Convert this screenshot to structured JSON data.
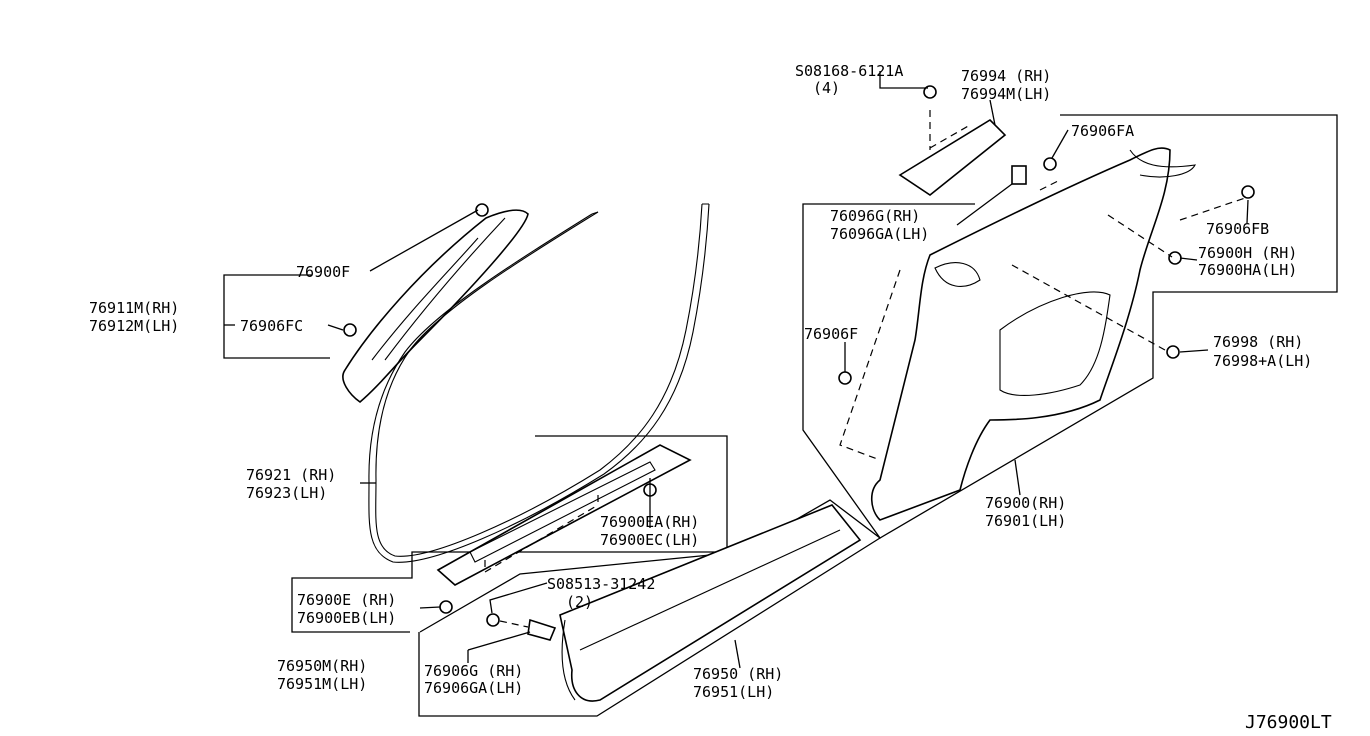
{
  "diagram": {
    "code": "J76900LT",
    "labels": {
      "l_08168": "S08168-6121A",
      "l_08168_q": "(4)",
      "l_76994": "76994 (RH)",
      "l_76994m": "76994M(LH)",
      "l_76906fa": "76906FA",
      "l_76096g": "76096G(RH)",
      "l_76096ga": "76096GA(LH)",
      "l_76906fb": "76906FB",
      "l_76900h": "76900H  (RH)",
      "l_76900ha": "76900HA(LH)",
      "l_76906f": "76906F",
      "l_76998": "76998   (RH)",
      "l_76998a": "76998+A(LH)",
      "l_76900": "76900(RH)",
      "l_76901": "76901(LH)",
      "l_76900f": "76900F",
      "l_76911m": "76911M(RH)",
      "l_76912m": "76912M(LH)",
      "l_76906fc": "76906FC",
      "l_76921": "76921 (RH)",
      "l_76923": "76923(LH)",
      "l_76900ea": "76900EA(RH)",
      "l_76900ec": "76900EC(LH)",
      "l_76900e": "76900E (RH)",
      "l_76900eb": "76900EB(LH)",
      "l_08513": "S08513-31242",
      "l_08513_q": "(2)",
      "l_76950m": "76950M(RH)",
      "l_76951m": "76951M(LH)",
      "l_76906g": "76906G  (RH)",
      "l_76906ga": "76906GA(LH)",
      "l_76950": "76950 (RH)",
      "l_76951": "76951(LH)"
    }
  }
}
